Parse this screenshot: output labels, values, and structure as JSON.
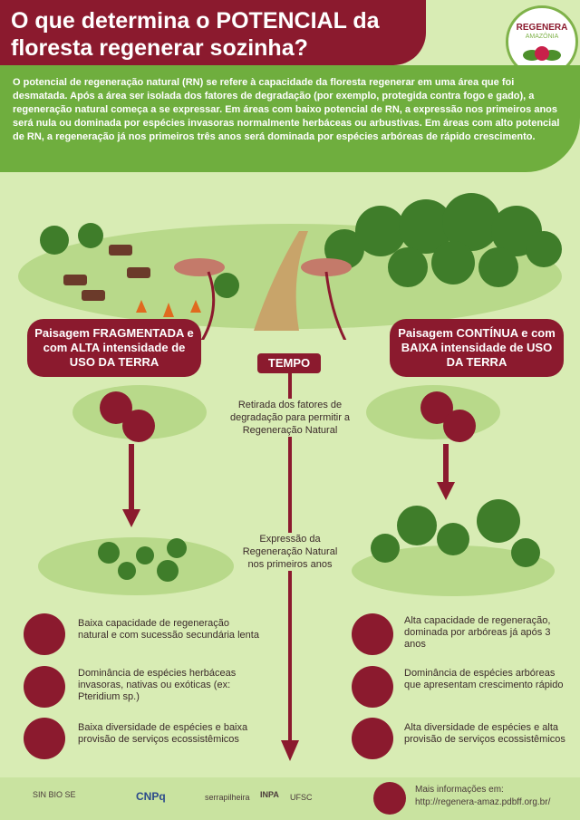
{
  "title": "O que determina o POTENCIAL da floresta regenerar sozinha?",
  "logo": {
    "name": "REGENERA",
    "sub": "AMAZÔNIA"
  },
  "intro": "O potencial de regeneração natural (RN) se refere à capacidade da floresta regenerar em uma área que foi desmatada. Após a área ser isolada dos fatores de degradação (por exemplo, protegida contra fogo e gado), a regeneração natural começa a se expressar. Em áreas com baixo potencial de RN, a expressão nos primeiros anos será nula ou dominada por espécies invasoras normalmente herbáceas ou arbustivas. Em áreas com alto potencial de RN, a regeneração já nos primeiros três anos será dominada por espécies arbóreas de rápido crescimento.",
  "left_label": "Paisagem FRAGMENTADA e com ALTA intensidade de USO DA TERRA",
  "right_label": "Paisagem CONTÍNUA e com BAIXA intensidade de USO DA TERRA",
  "tempo": "TEMPO",
  "retirada": "Retirada dos fatores de degradação para permitir a Regeneração Natural",
  "expressao": "Expressão da Regeneração Natural nos primeiros anos",
  "left_items": [
    {
      "icon": "down-arrow-icon",
      "text": "Baixa capacidade de regeneração natural e com sucessão secundária lenta"
    },
    {
      "icon": "fern-icon",
      "text": "Dominância de espécies herbáceas invasoras, nativas ou exóticas (ex: Pteridium sp.)"
    },
    {
      "icon": "thumbs-down-icon",
      "text": "Baixa diversidade de espécies e baixa provisão de serviços ecossistêmicos"
    }
  ],
  "right_items": [
    {
      "icon": "up-arrow-icon",
      "text": "Alta capacidade de regeneração, dominada por arbóreas já após 3 anos"
    },
    {
      "icon": "tree-icon",
      "text": "Dominância de espécies arbóreas que apresentam crescimento rápido"
    },
    {
      "icon": "thumbs-up-icon",
      "text": "Alta diversidade de espécies e alta provisão de serviços ecossistêmicos"
    }
  ],
  "footer": {
    "more_info": "Mais informações em:",
    "url": "http://regenera-amaz.pdbff.org.br/",
    "logos": [
      "SIN BIO SE",
      "CNPq",
      "serrapilheira",
      "INPA",
      "UFSC"
    ]
  },
  "colors": {
    "wine": "#8b1a2e",
    "green": "#6fae3e",
    "bg": "#d8ecb4"
  }
}
